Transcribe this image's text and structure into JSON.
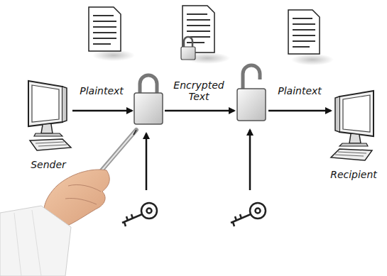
{
  "diagram": {
    "nodes": [
      {
        "text": [
          "Sender"
        ]
      },
      {
        "text": [
          "Recipient"
        ]
      }
    ],
    "labels": [
      "Plaintext",
      "Encrypted Text",
      "Plaintext"
    ]
  }
}
